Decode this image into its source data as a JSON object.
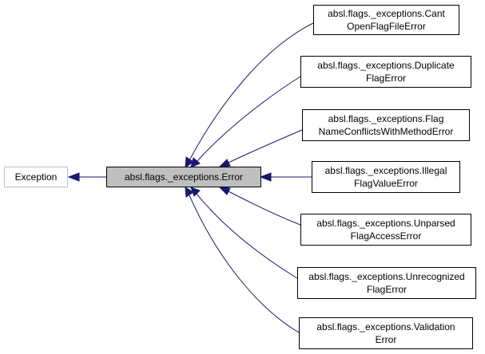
{
  "colors": {
    "edge": "#191970",
    "focus_fill": "#bfbfbf",
    "external_border": "#bfbfbf",
    "node_border": "#000000"
  },
  "nodes": {
    "exception": {
      "lines": [
        "Exception"
      ]
    },
    "error": {
      "lines": [
        "absl.flags._exceptions.Error"
      ]
    },
    "children": [
      {
        "lines": [
          "absl.flags._exceptions.Cant",
          "OpenFlagFileError"
        ]
      },
      {
        "lines": [
          "absl.flags._exceptions.Duplicate",
          "FlagError"
        ]
      },
      {
        "lines": [
          "absl.flags._exceptions.Flag",
          "NameConflictsWithMethodError"
        ]
      },
      {
        "lines": [
          "absl.flags._exceptions.Illegal",
          "FlagValueError"
        ]
      },
      {
        "lines": [
          "absl.flags._exceptions.Unparsed",
          "FlagAccessError"
        ]
      },
      {
        "lines": [
          "absl.flags._exceptions.Unrecognized",
          "FlagError"
        ]
      },
      {
        "lines": [
          "absl.flags._exceptions.Validation",
          "Error"
        ]
      }
    ]
  }
}
